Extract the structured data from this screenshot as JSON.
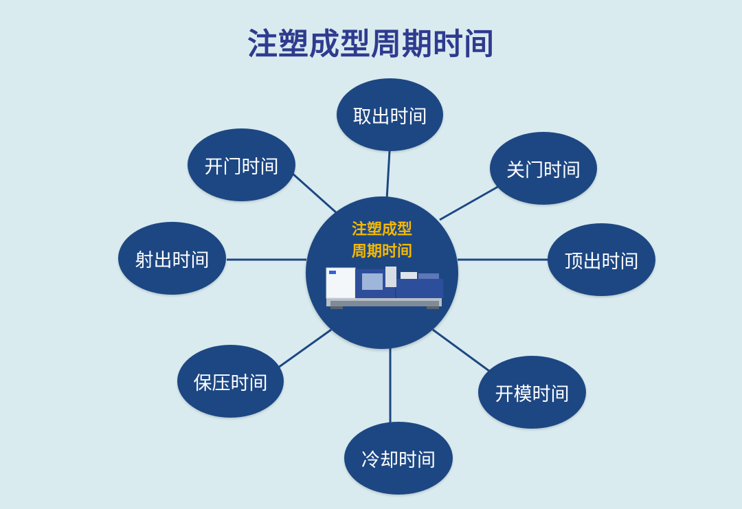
{
  "title": "注塑成型周期时间",
  "center": {
    "line1": "注塑成型",
    "line2": "周期时间",
    "image": "injection-molding-machine"
  },
  "nodes": [
    {
      "label": "取出时间"
    },
    {
      "label": "关门时间"
    },
    {
      "label": "顶出时间"
    },
    {
      "label": "开模时间"
    },
    {
      "label": "冷却时间"
    },
    {
      "label": "保压时间"
    },
    {
      "label": "射出时间"
    },
    {
      "label": "开门时间"
    }
  ],
  "colors": {
    "background": "#d9ebef",
    "node_fill": "#1d4783",
    "title": "#2f3b8f",
    "center_text": "#f5b800",
    "link": "#1d4783"
  }
}
